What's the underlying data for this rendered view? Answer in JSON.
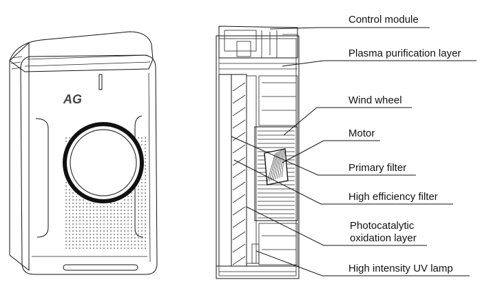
{
  "diagram": {
    "logo_text": "AG",
    "labels": {
      "control_module": "Control module",
      "plasma_layer": "Plasma purification layer",
      "wind_wheel": "Wind wheel",
      "motor": "Motor",
      "primary_filter": "Primary filter",
      "high_efficiency_filter": "High efficiency filter",
      "photocatalytic_line1": "Photocatalytic",
      "photocatalytic_line2": "oxidation layer",
      "uv_lamp": "High intensity UV lamp"
    }
  }
}
